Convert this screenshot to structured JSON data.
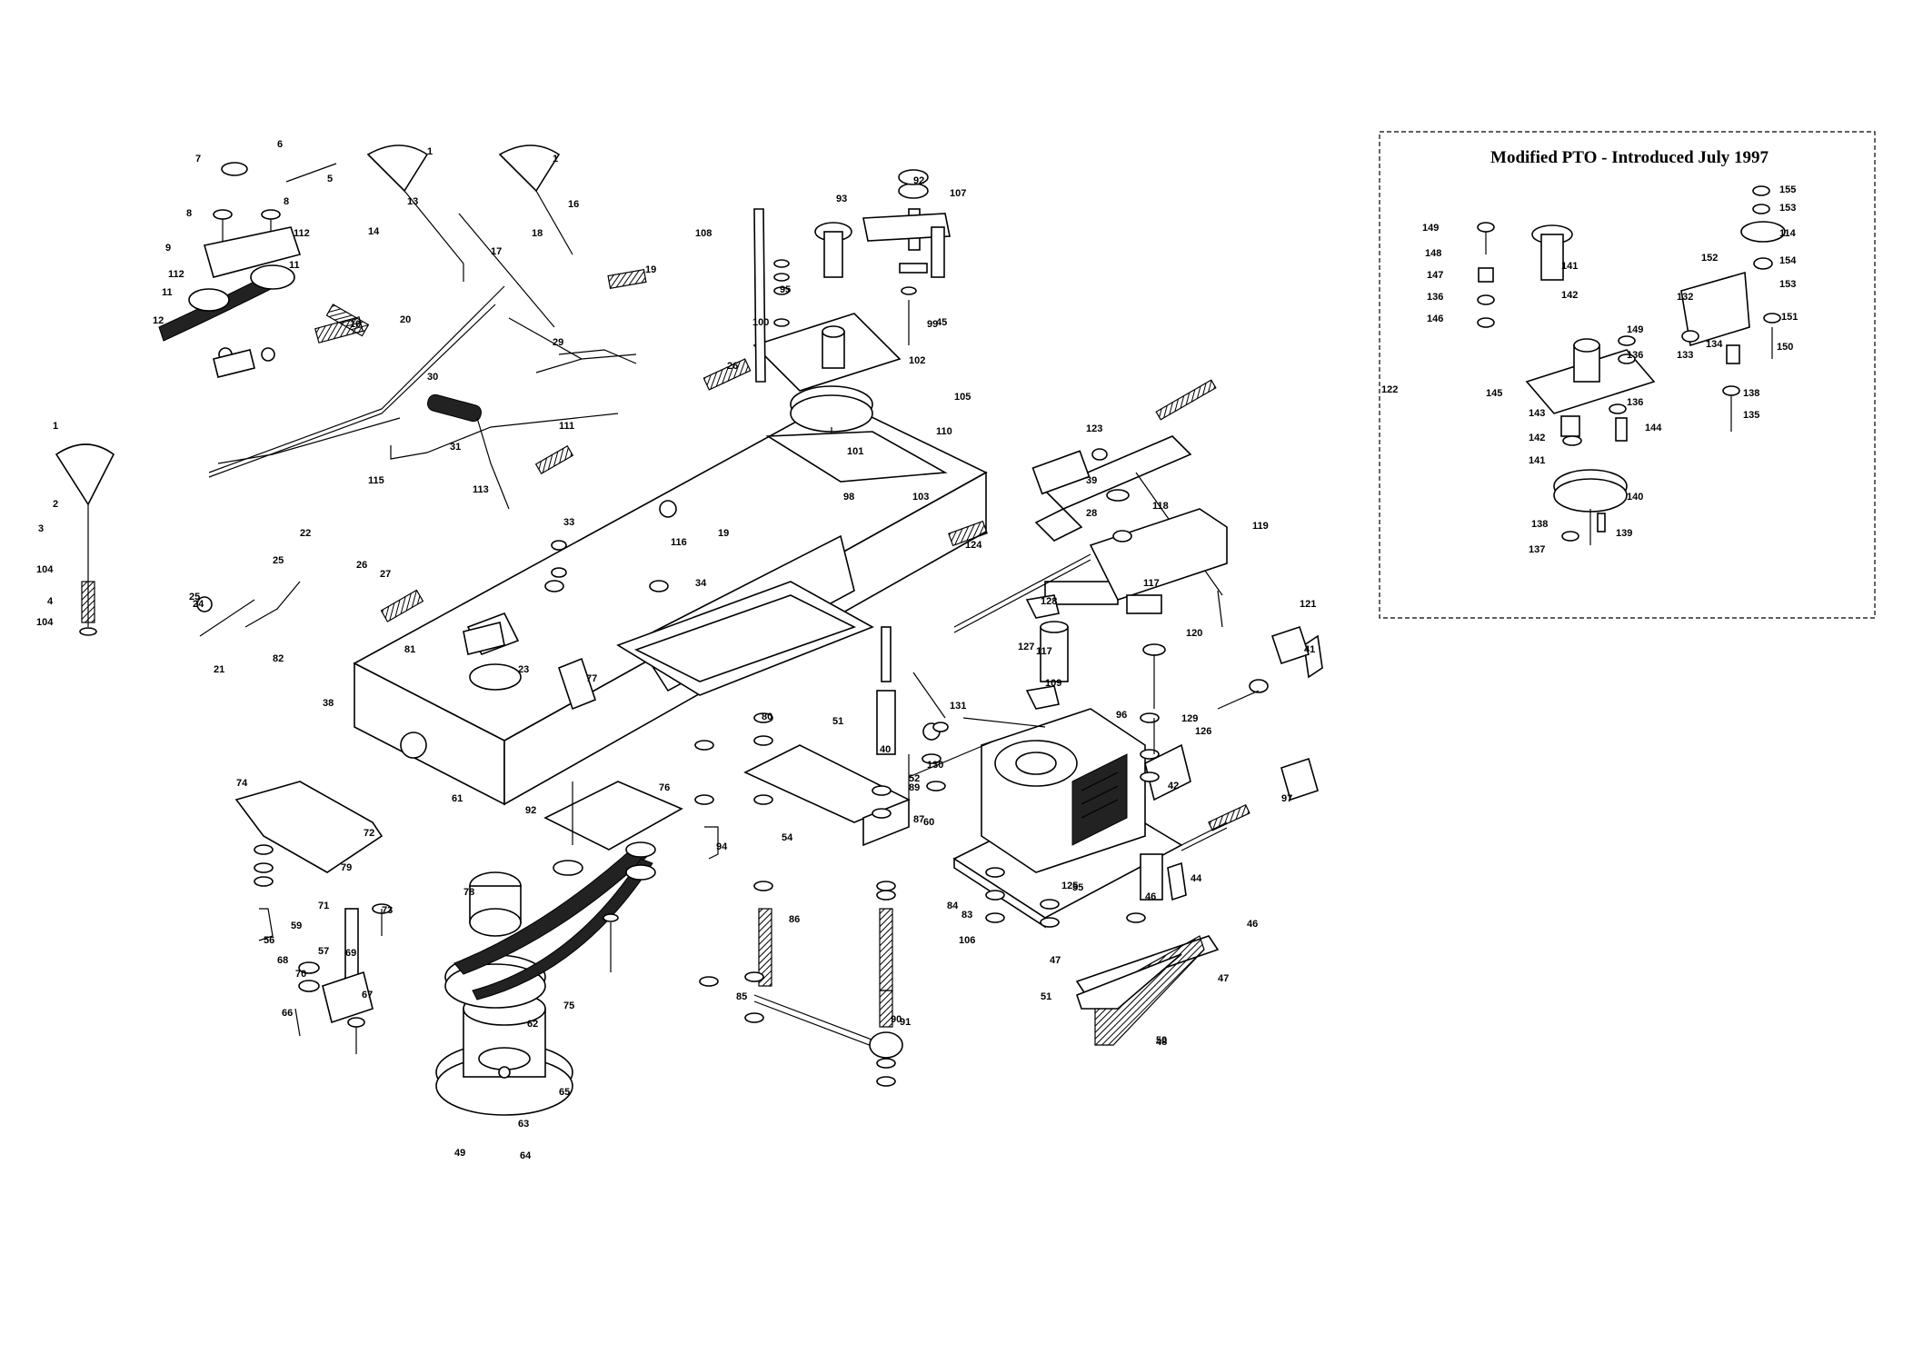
{
  "inset": {
    "title": "Modified PTO - Introduced July 1997",
    "labels": [
      "155",
      "153",
      "114",
      "154",
      "153",
      "151",
      "150",
      "149",
      "141",
      "142",
      "148",
      "147",
      "136",
      "146",
      "152",
      "132",
      "149",
      "136",
      "133",
      "134",
      "145",
      "136",
      "144",
      "138",
      "135",
      "143",
      "142",
      "141",
      "140",
      "138",
      "139",
      "137"
    ]
  },
  "callouts": [
    "1",
    "1",
    "1",
    "2",
    "3",
    "4",
    "104",
    "104",
    "5",
    "6",
    "7",
    "8",
    "8",
    "9",
    "10",
    "11",
    "11",
    "112",
    "112",
    "12",
    "13",
    "14",
    "16",
    "17",
    "18",
    "19",
    "19",
    "20",
    "21",
    "22",
    "23",
    "24",
    "25",
    "25",
    "26",
    "26",
    "27",
    "28",
    "29",
    "30",
    "31",
    "33",
    "34",
    "38",
    "39",
    "40",
    "41",
    "42",
    "44",
    "45",
    "46",
    "46",
    "47",
    "47",
    "48",
    "49",
    "50",
    "51",
    "51",
    "52",
    "54",
    "55",
    "56",
    "57",
    "59",
    "60",
    "61",
    "62",
    "63",
    "64",
    "65",
    "66",
    "67",
    "68",
    "69",
    "70",
    "71",
    "72",
    "73",
    "74",
    "75",
    "76",
    "77",
    "78",
    "79",
    "80",
    "81",
    "82",
    "83",
    "84",
    "85",
    "86",
    "87",
    "89",
    "90",
    "91",
    "92",
    "92",
    "93",
    "94",
    "95",
    "96",
    "97",
    "98",
    "99",
    "100",
    "101",
    "102",
    "103",
    "105",
    "106",
    "107",
    "108",
    "109",
    "110",
    "111",
    "113",
    "115",
    "116",
    "117",
    "117",
    "118",
    "119",
    "120",
    "121",
    "122",
    "123",
    "124",
    "125",
    "126",
    "127",
    "128",
    "129",
    "130",
    "131"
  ]
}
